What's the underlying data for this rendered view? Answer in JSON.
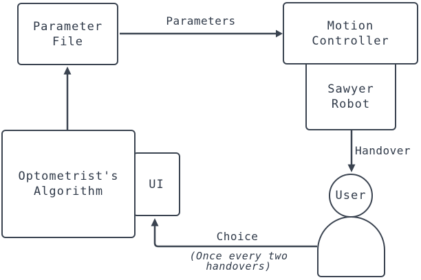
{
  "colors": {
    "stroke": "#3A4350",
    "text": "#2F3948",
    "background": "#FFFFFF"
  },
  "nodes": {
    "parameter_file": {
      "label": "Parameter\nFile"
    },
    "motion_controller": {
      "label": "Motion\nController"
    },
    "sawyer_robot": {
      "label": "Sawyer\nRobot"
    },
    "optometrists_algorithm": {
      "label": "Optometrist's\nAlgorithm"
    },
    "ui": {
      "label": "UI"
    },
    "user": {
      "label": "User"
    }
  },
  "edges": {
    "parameters": {
      "label": "Parameters"
    },
    "handover": {
      "label": "Handover"
    },
    "choice": {
      "label": "Choice",
      "note": "(Once every two\nhandovers)"
    }
  }
}
